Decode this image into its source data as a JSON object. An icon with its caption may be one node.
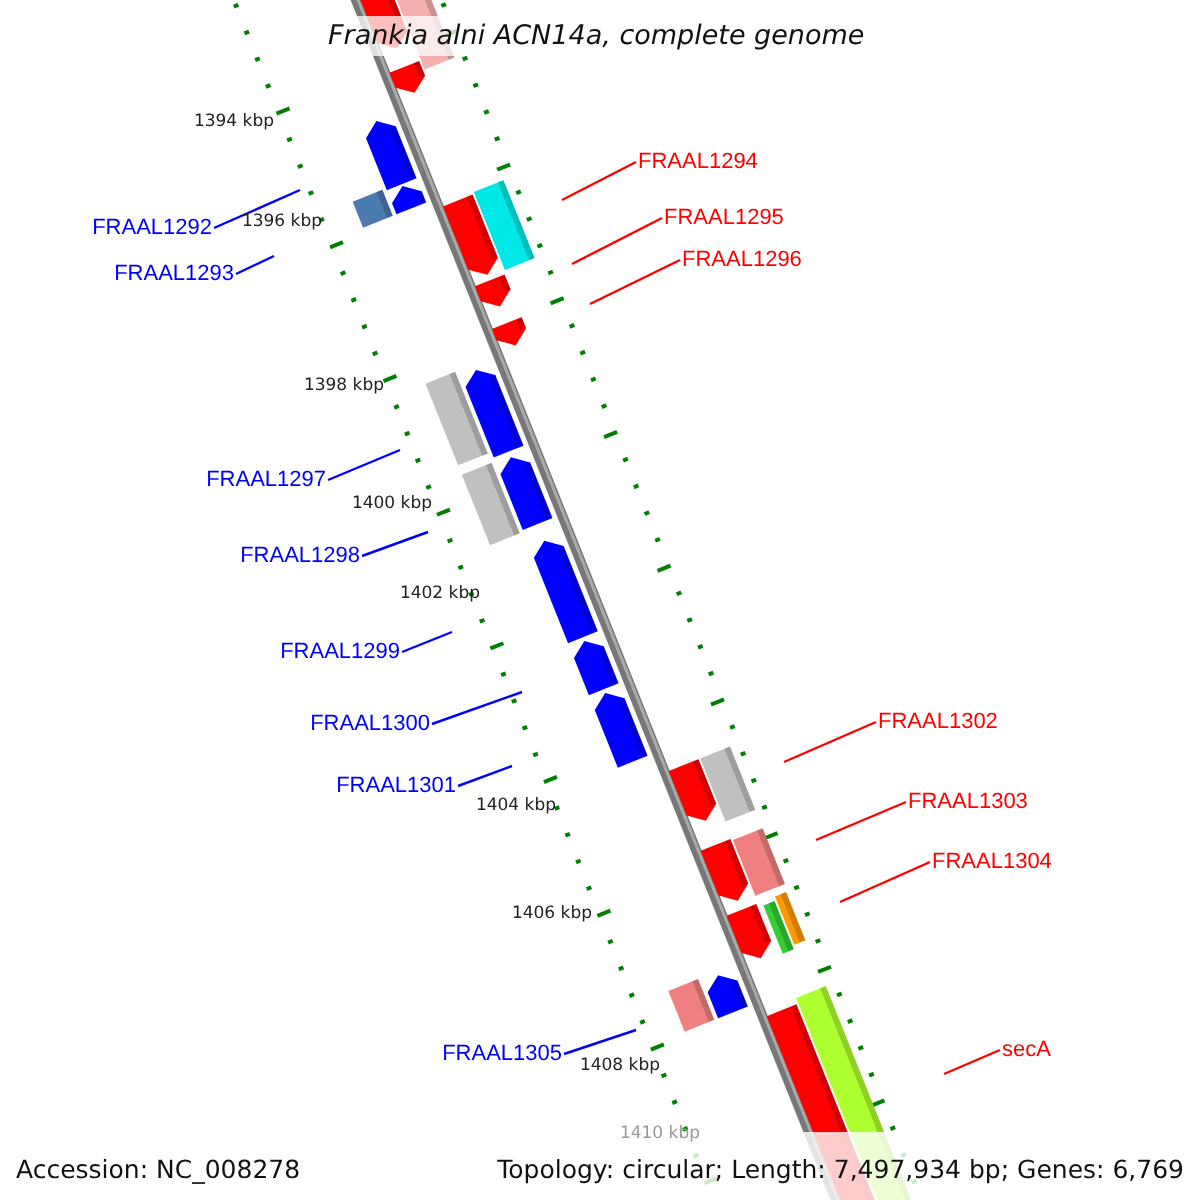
{
  "diagram": {
    "title": "Frankia alni ACN14a, complete genome",
    "nodes": [
      {
        "text": [
          "FRAAL1294"
        ]
      },
      {
        "text": [
          "FRAAL1295"
        ]
      },
      {
        "text": [
          "FRAAL1292"
        ]
      },
      {
        "text": [
          "FRAAL1296"
        ]
      },
      {
        "text": [
          "FRAAL1293"
        ]
      },
      {
        "text": [
          "FRAAL1297"
        ]
      },
      {
        "text": [
          "FRAAL1298"
        ]
      },
      {
        "text": [
          "FRAAL1299"
        ]
      },
      {
        "text": [
          "FRAAL1302"
        ]
      },
      {
        "text": [
          "FRAAL1300"
        ]
      },
      {
        "text": [
          "FRAAL1301"
        ]
      },
      {
        "text": [
          "FRAAL1303"
        ]
      },
      {
        "text": [
          "FRAAL1304"
        ]
      },
      {
        "text": [
          "secA"
        ]
      },
      {
        "text": [
          "FRAAL1305"
        ]
      }
    ],
    "edges": [
      {
        "from": 0,
        "to": null,
        "arrow": "none",
        "color": "#ff0000"
      },
      {
        "from": 1,
        "to": null,
        "arrow": "none",
        "color": "#ff0000"
      },
      {
        "from": 2,
        "to": null,
        "arrow": "none"
      },
      {
        "from": 3,
        "to": null,
        "arrow": "none",
        "color": "#ff0000"
      },
      {
        "from": 4,
        "to": null,
        "arrow": "none"
      },
      {
        "from": 5,
        "to": null,
        "arrow": "none"
      },
      {
        "from": 6,
        "to": null,
        "arrow": "none"
      },
      {
        "from": 7,
        "to": null,
        "arrow": "none"
      },
      {
        "from": 8,
        "to": null,
        "arrow": "none",
        "color": "#ff0000"
      },
      {
        "from": 9,
        "to": null,
        "arrow": "none"
      },
      {
        "from": 10,
        "to": null,
        "arrow": "none"
      },
      {
        "from": 11,
        "to": null,
        "arrow": "none",
        "color": "#ff0000"
      },
      {
        "from": 12,
        "to": null,
        "arrow": "none",
        "color": "#ff0000"
      },
      {
        "from": 13,
        "to": null,
        "arrow": "none",
        "color": "#ff0000"
      },
      {
        "from": 14,
        "to": null,
        "arrow": "none"
      }
    ],
    "labels": [
      "1394 kbp",
      "1396 kbp",
      "1398 kbp",
      "1400 kbp",
      "1402 kbp",
      "1404 kbp",
      "1406 kbp",
      "1408 kbp",
      "1410 kbp",
      "Accession: NC_008278",
      "Topology: circular; Length: 7,497,934 bp; Genes: 6,769"
    ]
  }
}
